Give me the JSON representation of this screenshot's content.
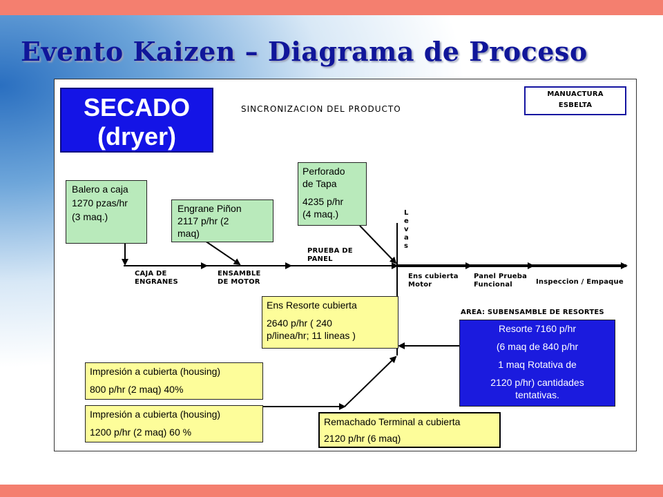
{
  "slide": {
    "title": "Evento Kaizen – Diagrama de Proceso"
  },
  "diagram": {
    "secado": {
      "line1": "SECADO",
      "line2": "(dryer)"
    },
    "header": "SINCRONIZACION DEL PRODUCTO",
    "manuactura": {
      "line1": "MANUACTURA",
      "line2": "ESBELTA"
    },
    "balero": {
      "line1": "Balero a caja",
      "line2": "1270 pzas/hr",
      "line3": "(3 maq.)"
    },
    "engrane": {
      "line1": "Engrane Piñon",
      "line2": "2117 p/hr (2",
      "line3": "maq)"
    },
    "perforado": {
      "line1": "Perforado",
      "line2": "de Tapa",
      "line3": "4235 p/hr",
      "line4": "(4 maq.)"
    },
    "levas": [
      "L",
      "e",
      "v",
      "a",
      "s"
    ],
    "steps": {
      "caja": {
        "line1": "CAJA DE",
        "line2": "ENGRANES"
      },
      "ensamble": {
        "line1": "ENSAMBLE",
        "line2": "DE MOTOR"
      },
      "prueba": {
        "line1": "PRUEBA DE",
        "line2": "PANEL"
      },
      "ens_cubierta": {
        "line1": "Ens cubierta",
        "line2": "Motor"
      },
      "panel_prueba": {
        "line1": "Panel Prueba",
        "line2": "Funcional"
      },
      "inspeccion": "Inspeccion / Empaque"
    },
    "resorte_cubierta": {
      "line1": "Ens Resorte cubierta",
      "line2": "2640 p/hr ( 240",
      "line3": "p/linea/hr; 11 lineas )"
    },
    "area_label": "AREA: SUBENSAMBLE DE RESORTES",
    "resorte": {
      "line1": "Resorte 7160 p/hr",
      "line2": "(6 maq de 840 p/hr",
      "line3": "1 maq Rotativa de",
      "line4": "2120 p/hr) cantidades",
      "line5": "tentativas."
    },
    "impresion1": {
      "line1": "Impresión a cubierta (housing)",
      "line2": "800 p/hr  (2 maq) 40%"
    },
    "impresion2": {
      "line1": "Impresión a cubierta (housing)",
      "line2": "1200 p/hr (2 maq)  60 %"
    },
    "remachado": {
      "line1": "Remachado Terminal a cubierta",
      "line2": "2120 p/hr  (6 maq)"
    }
  }
}
